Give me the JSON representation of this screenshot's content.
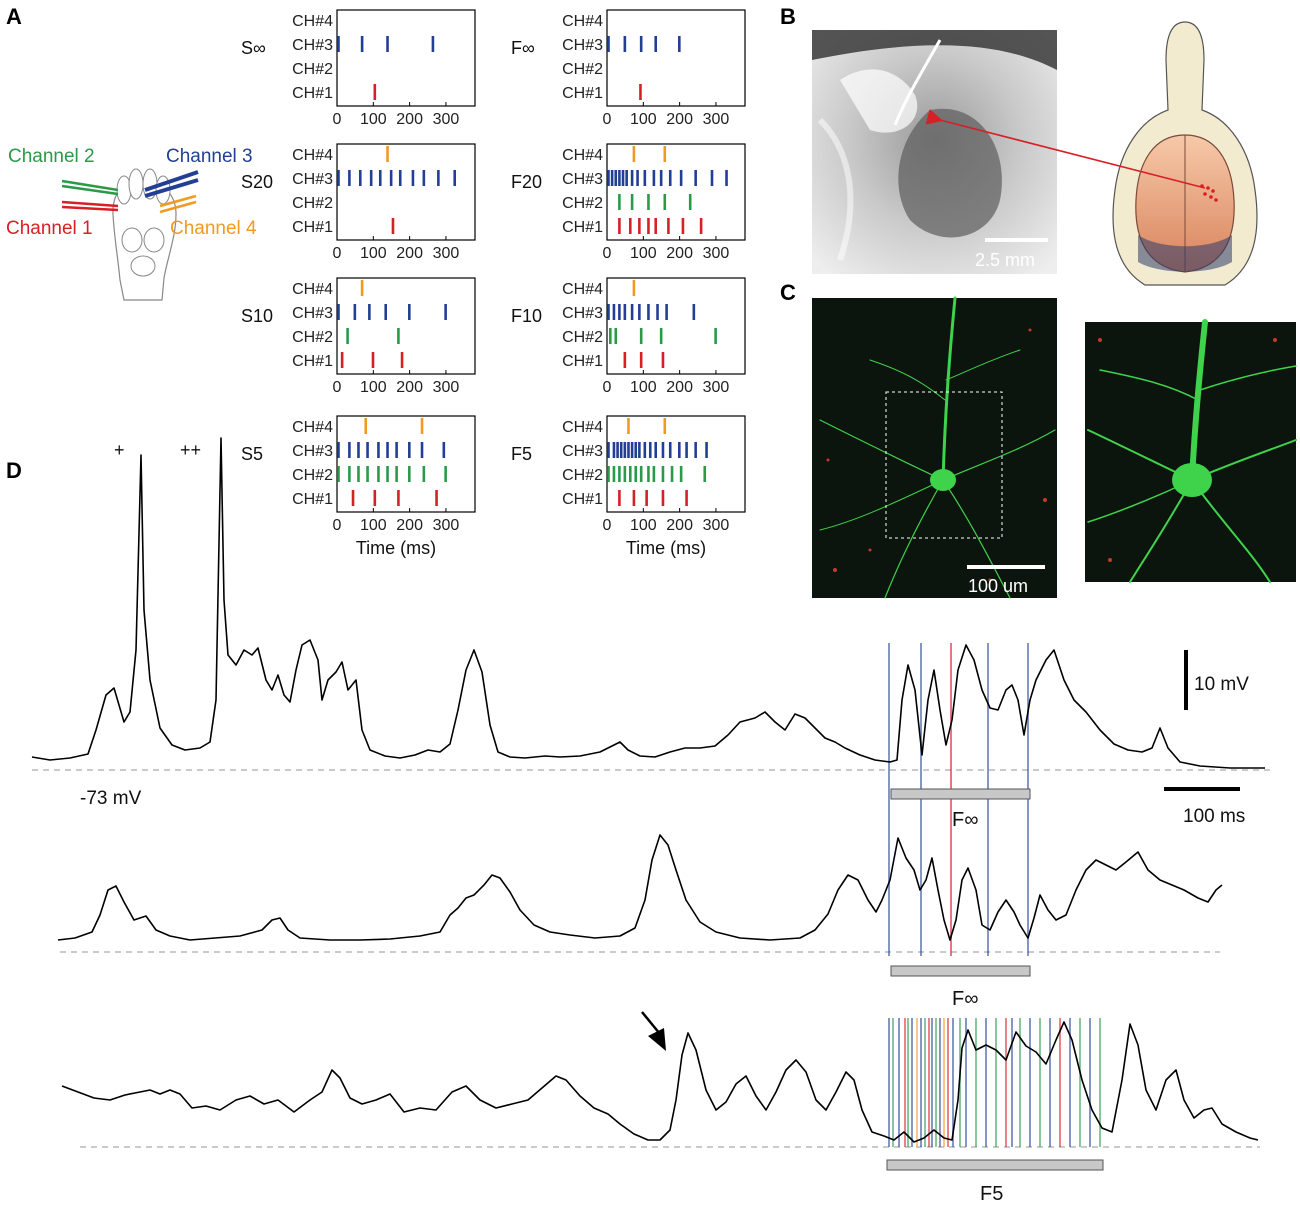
{
  "panel_labels": {
    "a": "A",
    "b": "B",
    "c": "C",
    "d": "D"
  },
  "colors": {
    "ch1": "#d62027",
    "ch2": "#2a9a48",
    "ch3": "#223f95",
    "ch4": "#f29a1f",
    "trace": "#000000",
    "brain": "#e8a27e",
    "skull": "#f3ebcf",
    "neuron": "#3fd24b",
    "microscopy_bg": "#0b140d"
  },
  "paw": {
    "channel_2": "Channel 2",
    "channel_3": "Channel 3",
    "channel_1": "Channel 1",
    "channel_4": "Channel 4"
  },
  "raster_axes": {
    "channels": [
      "CH#4",
      "CH#3",
      "CH#2",
      "CH#1"
    ],
    "x_ticks": [
      "0",
      "100",
      "200",
      "300"
    ],
    "xlabel": "Time (ms)"
  },
  "photo": {
    "scale_label": "2.5 mm"
  },
  "micro": {
    "scale_label": "100 um"
  },
  "traces": {
    "baseline_label": "-73 mV",
    "scale_v": "10 mV",
    "scale_t": "100 ms",
    "mark_1": "+",
    "mark_2": "++",
    "bar_labels": [
      "F∞",
      "F∞",
      "F5"
    ]
  },
  "chart_data": {
    "type": "scatter",
    "description_kind": "spike rasters",
    "xlabel": "Time (ms)",
    "x_ticks": [
      0,
      100,
      200,
      300
    ],
    "xlim": [
      0,
      380
    ],
    "y_categories": [
      "CH#1",
      "CH#2",
      "CH#3",
      "CH#4"
    ],
    "panels": [
      {
        "name": "S∞",
        "ch1": [
          100
        ],
        "ch2": [],
        "ch3": [
          0,
          65,
          135,
          260
        ],
        "ch4": []
      },
      {
        "name": "F∞",
        "ch1": [
          88
        ],
        "ch2": [],
        "ch3": [
          0,
          45,
          90,
          130,
          195
        ],
        "ch4": []
      },
      {
        "name": "S20",
        "ch1": [
          150
        ],
        "ch2": [],
        "ch3": [
          0,
          30,
          60,
          90,
          115,
          145,
          170,
          205,
          235,
          275,
          320
        ],
        "ch4": [
          135
        ]
      },
      {
        "name": "F20",
        "ch1": [
          30,
          60,
          85,
          110,
          130,
          165,
          205,
          255
        ],
        "ch2": [
          30,
          65,
          110,
          155,
          225
        ],
        "ch3": [
          0,
          10,
          20,
          30,
          40,
          50,
          65,
          80,
          100,
          125,
          145,
          170,
          200,
          240,
          285,
          325
        ],
        "ch4": [
          70,
          155
        ]
      },
      {
        "name": "S10",
        "ch1": [
          10,
          95,
          175
        ],
        "ch2": [
          25,
          165
        ],
        "ch3": [
          0,
          45,
          85,
          130,
          195,
          295
        ],
        "ch4": [
          65
        ]
      },
      {
        "name": "F10",
        "ch1": [
          45,
          90,
          150
        ],
        "ch2": [
          5,
          20,
          90,
          145,
          295
        ],
        "ch3": [
          0,
          15,
          30,
          45,
          65,
          85,
          110,
          135,
          160,
          235
        ],
        "ch4": [
          70
        ]
      },
      {
        "name": "S5",
        "ch1": [
          40,
          100,
          165,
          270
        ],
        "ch2": [
          0,
          30,
          55,
          80,
          110,
          135,
          160,
          195,
          235,
          295
        ],
        "ch3": [
          0,
          30,
          55,
          80,
          110,
          135,
          160,
          195,
          230,
          290
        ],
        "ch4": [
          75,
          230
        ]
      },
      {
        "name": "F5",
        "ch1": [
          30,
          70,
          105,
          150,
          215
        ],
        "ch2": [
          0,
          15,
          30,
          45,
          60,
          75,
          90,
          110,
          125,
          150,
          175,
          200,
          265
        ],
        "ch3": [
          0,
          15,
          25,
          35,
          45,
          55,
          65,
          75,
          85,
          100,
          115,
          130,
          150,
          170,
          195,
          215,
          240,
          270
        ],
        "ch4": [
          55,
          155
        ]
      }
    ]
  }
}
